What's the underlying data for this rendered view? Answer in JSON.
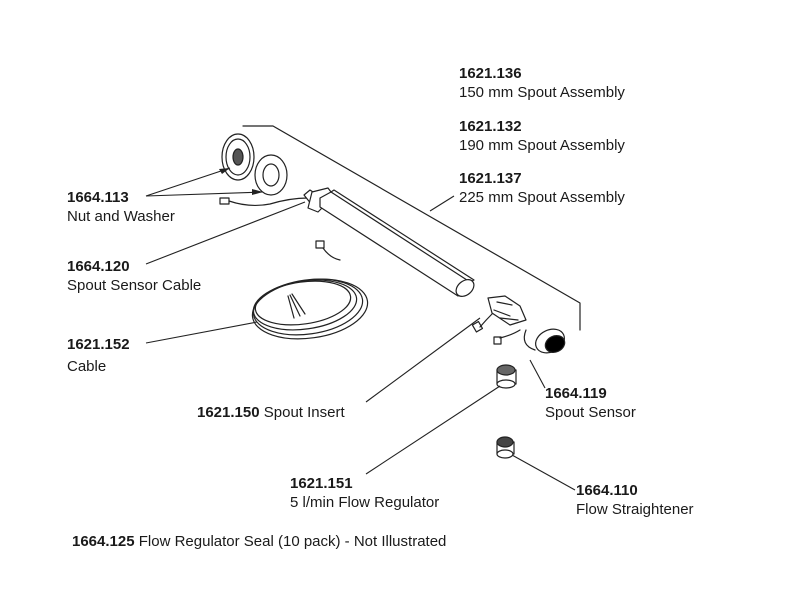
{
  "parts": {
    "spout_150": {
      "number": "1621.136",
      "description": "150 mm Spout Assembly"
    },
    "spout_190": {
      "number": "1621.132",
      "description": "190 mm Spout Assembly"
    },
    "spout_225": {
      "number": "1621.137",
      "description": "225 mm Spout Assembly"
    },
    "nut_washer": {
      "number": "1664.113",
      "description": "Nut and Washer"
    },
    "sensor_cable": {
      "number": "1664.120",
      "description": "Spout Sensor Cable"
    },
    "cable": {
      "number": "1621.152",
      "description": "Cable"
    },
    "spout_insert": {
      "number": "1621.150",
      "description": "Spout Insert"
    },
    "spout_sensor": {
      "number": "1664.119",
      "description": "Spout Sensor"
    },
    "flow_regulator": {
      "number": "1621.151",
      "description": "5 l/min Flow Regulator"
    },
    "flow_straightener": {
      "number": "1664.110",
      "description": "Flow Straightener"
    }
  },
  "footnote": {
    "number": "1664.125",
    "description": "Flow Regulator Seal (10 pack) - Not Illustrated"
  }
}
